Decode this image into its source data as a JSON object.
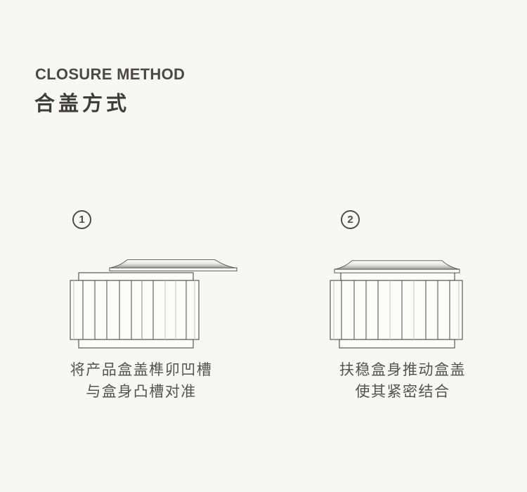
{
  "header": {
    "title_en": "CLOSURE METHOD",
    "title_zh": "合盖方式"
  },
  "steps": [
    {
      "number": "1",
      "illustration": "box-body-with-lid-offset-above",
      "caption_line1": "将产品盒盖榫卯凹槽",
      "caption_line2": "与盒身凸槽对准"
    },
    {
      "number": "2",
      "illustration": "box-body-with-lid-seated-closed",
      "caption_line1": "扶稳盒身推动盒盖",
      "caption_line2": "使其紧密结合"
    }
  ],
  "colors": {
    "background": "#f7f7f5",
    "outline": "#4a4a48",
    "title_text": "#4a4947",
    "caption_text": "#55534e",
    "lid_gradient_top": "#ffffff",
    "lid_gradient_bottom": "#90908d"
  }
}
